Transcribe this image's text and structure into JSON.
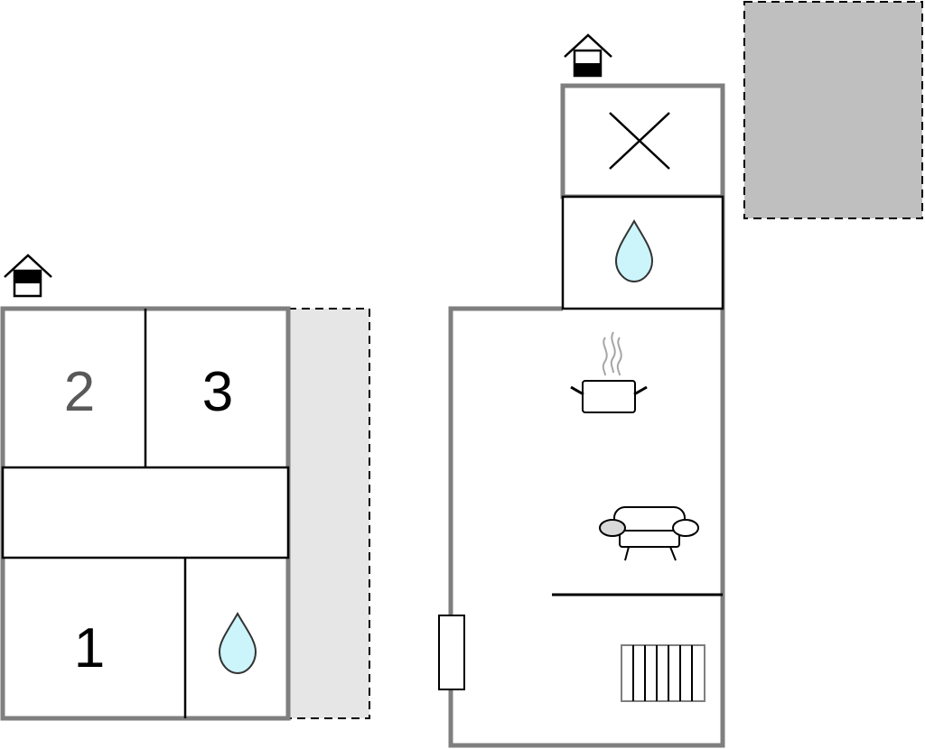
{
  "colors": {
    "background": "#ffffff",
    "outer_wall": "#7f7f7f",
    "inner_wall": "#000000",
    "terrace_light": "#e6e6e6",
    "terrace_dark": "#bfbfbf",
    "water": "#ccf5fb",
    "steam": "#a6a6a6",
    "room_2_text": "#595959",
    "room_text": "#000000"
  },
  "left_unit": {
    "rooms": {
      "bedroom_2": {
        "number": "2"
      },
      "bedroom_3": {
        "number": "3"
      },
      "bedroom_1": {
        "number": "1"
      }
    },
    "icons": [
      "entrance-icon",
      "water-drop-icon"
    ]
  },
  "right_unit": {
    "icons": [
      "entrance-icon",
      "no-access-cross-icon",
      "water-drop-icon",
      "cooking-pot-icon",
      "sofa-icon",
      "heater-icon",
      "door-icon"
    ]
  }
}
